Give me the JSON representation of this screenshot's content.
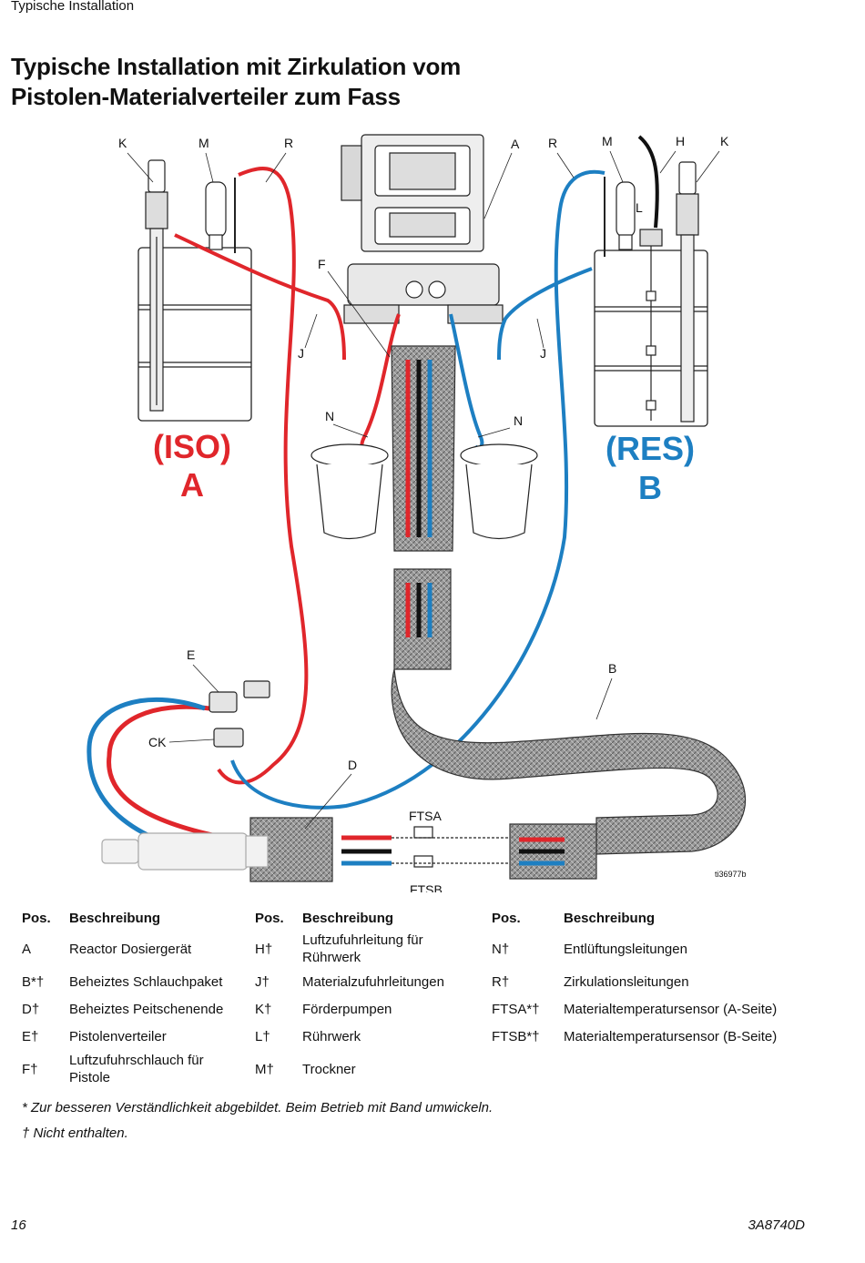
{
  "header": {
    "running_title": "Typische Installation"
  },
  "title": {
    "line1": "Typische Installation mit Zirkulation vom",
    "line2": "Pistolen-Materialverteiler zum Fass"
  },
  "diagram": {
    "labels": {
      "K_left": "K",
      "M_left": "M",
      "R_left": "R",
      "A": "A",
      "R_right": "R",
      "M_right": "M",
      "H": "H",
      "K_right": "K",
      "L": "L",
      "F": "F",
      "J_left": "J",
      "J_right": "J",
      "N_left": "N",
      "N_right": "N",
      "E": "E",
      "CK": "CK",
      "B": "B",
      "D": "D",
      "FTSA": "FTSA",
      "FTSB": "FTSB"
    },
    "iso_name": "(ISO)",
    "iso_letter": "A",
    "res_name": "(RES)",
    "res_letter": "B",
    "figure_id": "ti36977b",
    "colors": {
      "iso": "#e0262b",
      "res": "#1d7fc2",
      "hose_bundle": "#8a8a8a"
    }
  },
  "legend": {
    "headers": {
      "pos": "Pos.",
      "desc": "Beschreibung"
    },
    "rows": [
      {
        "p1": "A",
        "d1": "Reactor Dosiergerät",
        "p2": "H†",
        "d2": "Luftzufuhrleitung für Rührwerk",
        "p3": "N†",
        "d3": "Entlüftungsleitungen"
      },
      {
        "p1": "B*†",
        "d1": "Beheiztes Schlauchpaket",
        "p2": "J†",
        "d2": "Materialzufuhrleitungen",
        "p3": "R†",
        "d3": "Zirkulationsleitungen"
      },
      {
        "p1": "D†",
        "d1": "Beheiztes Peitschenende",
        "p2": "K†",
        "d2": "Förderpumpen",
        "p3": "FTSA*†",
        "d3": "Materialtemperatursensor (A-Seite)"
      },
      {
        "p1": "E†",
        "d1": "Pistolenverteiler",
        "p2": "L†",
        "d2": "Rührwerk",
        "p3": "FTSB*†",
        "d3": "Materialtemperatursensor (B-Seite)"
      },
      {
        "p1": "F†",
        "d1": "Luftzufuhrschlauch für Pistole",
        "p2": "M†",
        "d2": "Trockner",
        "p3": "",
        "d3": ""
      }
    ]
  },
  "notes": {
    "asterisk": "* Zur besseren Verständlichkeit abgebildet. Beim Betrieb mit Band umwickeln.",
    "dagger": "† Nicht enthalten."
  },
  "footer": {
    "page_number": "16",
    "doc_id": "3A8740D"
  }
}
